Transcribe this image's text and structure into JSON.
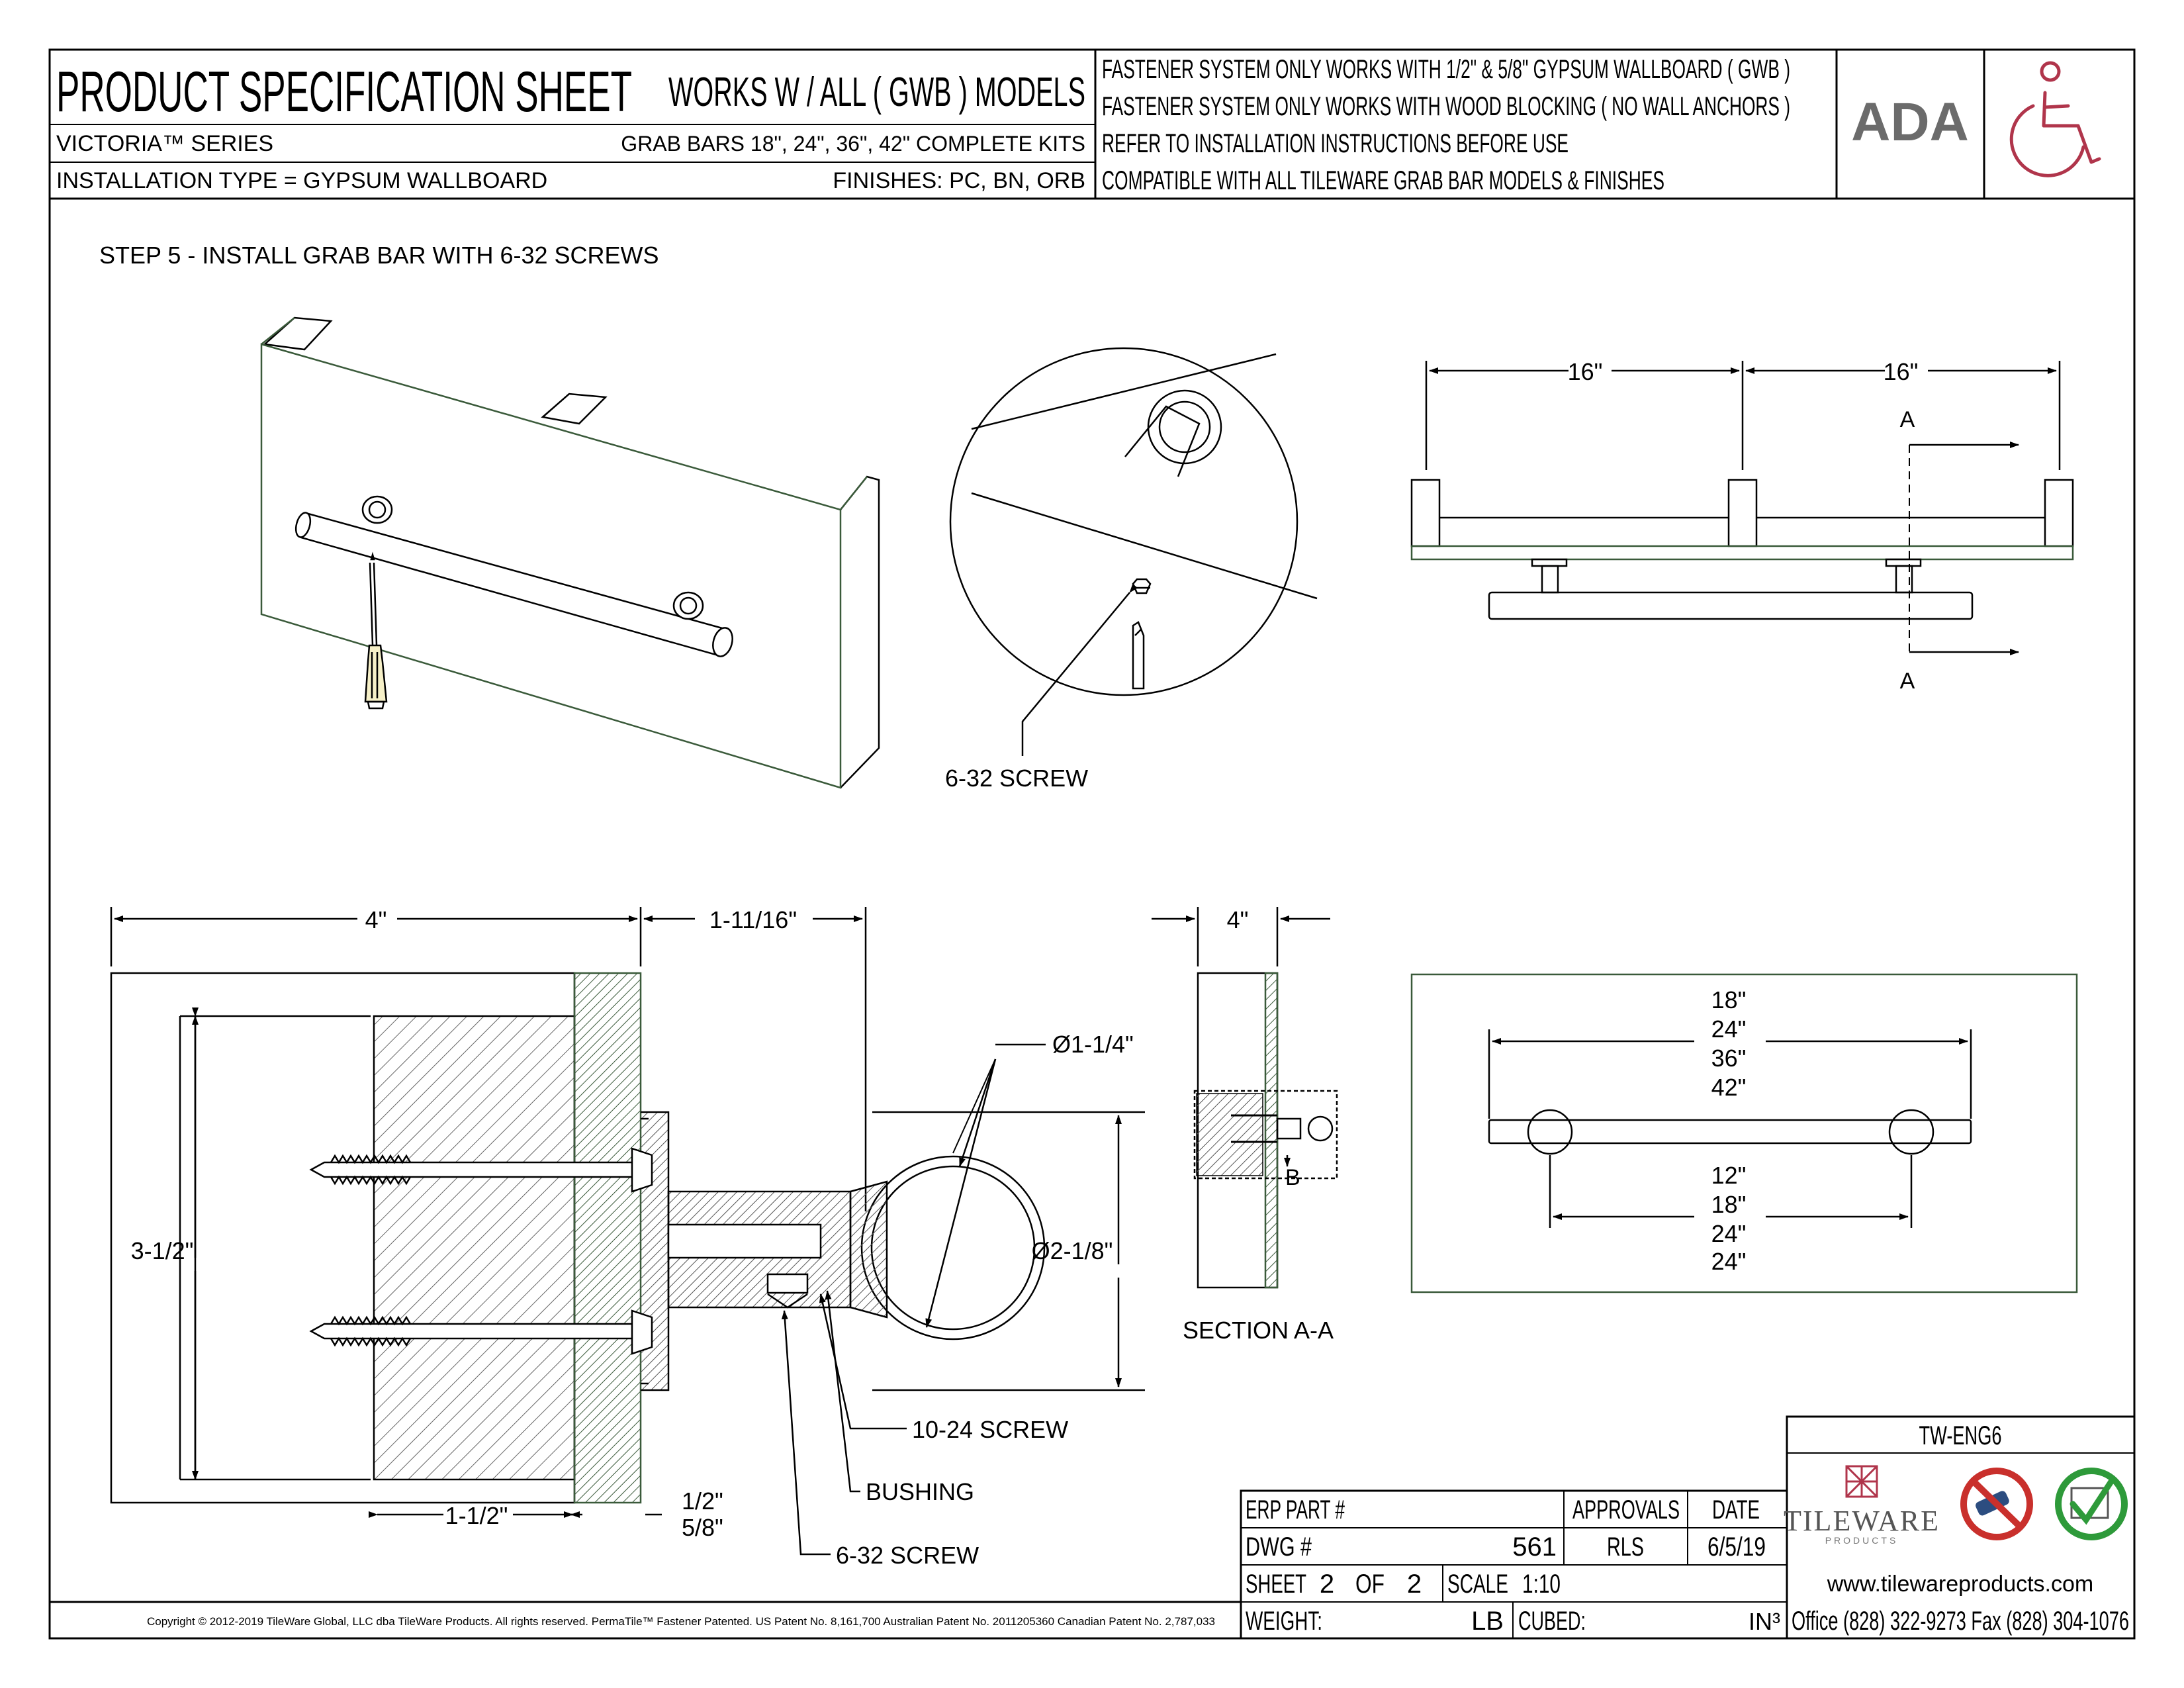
{
  "header": {
    "title": "PRODUCT SPECIFICATION SHEET",
    "models": "WORKS W / ALL ( GWB ) MODELS",
    "series": "VICTORIA™ SERIES",
    "kits": "GRAB BARS 18\", 24\", 36\", 42\" COMPLETE KITS",
    "install_type": "INSTALLATION TYPE = GYPSUM WALLBOARD",
    "finishes": "FINISHES:  PC, BN, ORB",
    "notes": [
      "FASTENER SYSTEM ONLY WORKS WITH 1/2\" & 5/8\" GYPSUM WALLBOARD ( GWB )",
      "FASTENER SYSTEM ONLY WORKS WITH WOOD BLOCKING ( NO WALL ANCHORS )",
      "REFER TO INSTALLATION INSTRUCTIONS BEFORE USE",
      "COMPATIBLE WITH ALL TILEWARE GRAB BAR MODELS & FINISHES"
    ],
    "ada_label": "ADA"
  },
  "step_title": "STEP 5 - INSTALL GRAB BAR WITH 6-32 SCREWS",
  "detail": {
    "screw_label": "6-32 SCREW"
  },
  "top_view": {
    "dim_left": "16\"",
    "dim_right": "16\"",
    "section_mark": "A"
  },
  "section": {
    "dim_width": "4\"",
    "dim_projection": "1-11/16\"",
    "dim_height": "3-1/2\"",
    "dim_tube": "Ø1-1/4\"",
    "dim_flange": "Ø2-1/8\"",
    "dim_block": "1-1/2\"",
    "dim_gwb_1": "1/2\"",
    "dim_gwb_2": "5/8\"",
    "callout_1": "10-24 SCREW",
    "callout_2": "BUSHING",
    "callout_3": "6-32 SCREW"
  },
  "section_aa": {
    "dim": "4\"",
    "detail_mark": "B",
    "title": "SECTION A-A"
  },
  "front_view": {
    "lengths": [
      "18\"",
      "24\"",
      "36\"",
      "42\""
    ],
    "centers": [
      "12\"",
      "18\"",
      "24\"",
      "24\""
    ]
  },
  "title_block": {
    "drawing_no": "TW-ENG6",
    "erp_label": "ERP PART #",
    "approvals_label": "APPROVALS",
    "date_label": "DATE",
    "dwg_label": "DWG #",
    "dwg_value": "561",
    "approver": "RLS",
    "date": "6/5/19",
    "sheet_label": "SHEET",
    "sheet_no": "2",
    "of_label": "OF",
    "sheet_total": "2",
    "scale_label": "SCALE",
    "scale_value": "1:10",
    "weight_label": "WEIGHT:",
    "weight_unit": "LB",
    "cubed_label": "CUBED:",
    "cubed_unit": "IN³",
    "company": "TILEWARE",
    "company_sub": "PRODUCTS",
    "website": "www.tilewareproducts.com",
    "phones": "Office (828) 322-9273  Fax (828) 304-1076"
  },
  "copyright": "Copyright © 2012-2019 TileWare Global, LLC dba TileWare Products. All rights reserved. PermaTile™ Fastener Patented. US Patent No. 8,161,700 Australian Patent No. 2011205360 Canadian Patent No. 2,787,033",
  "colors": {
    "line": "#000000",
    "wall": "#3a5a3a",
    "accent": "#b0354b",
    "ada_gray": "#6b6b6b",
    "green": "#2e9a3a",
    "red": "#c9302c"
  }
}
